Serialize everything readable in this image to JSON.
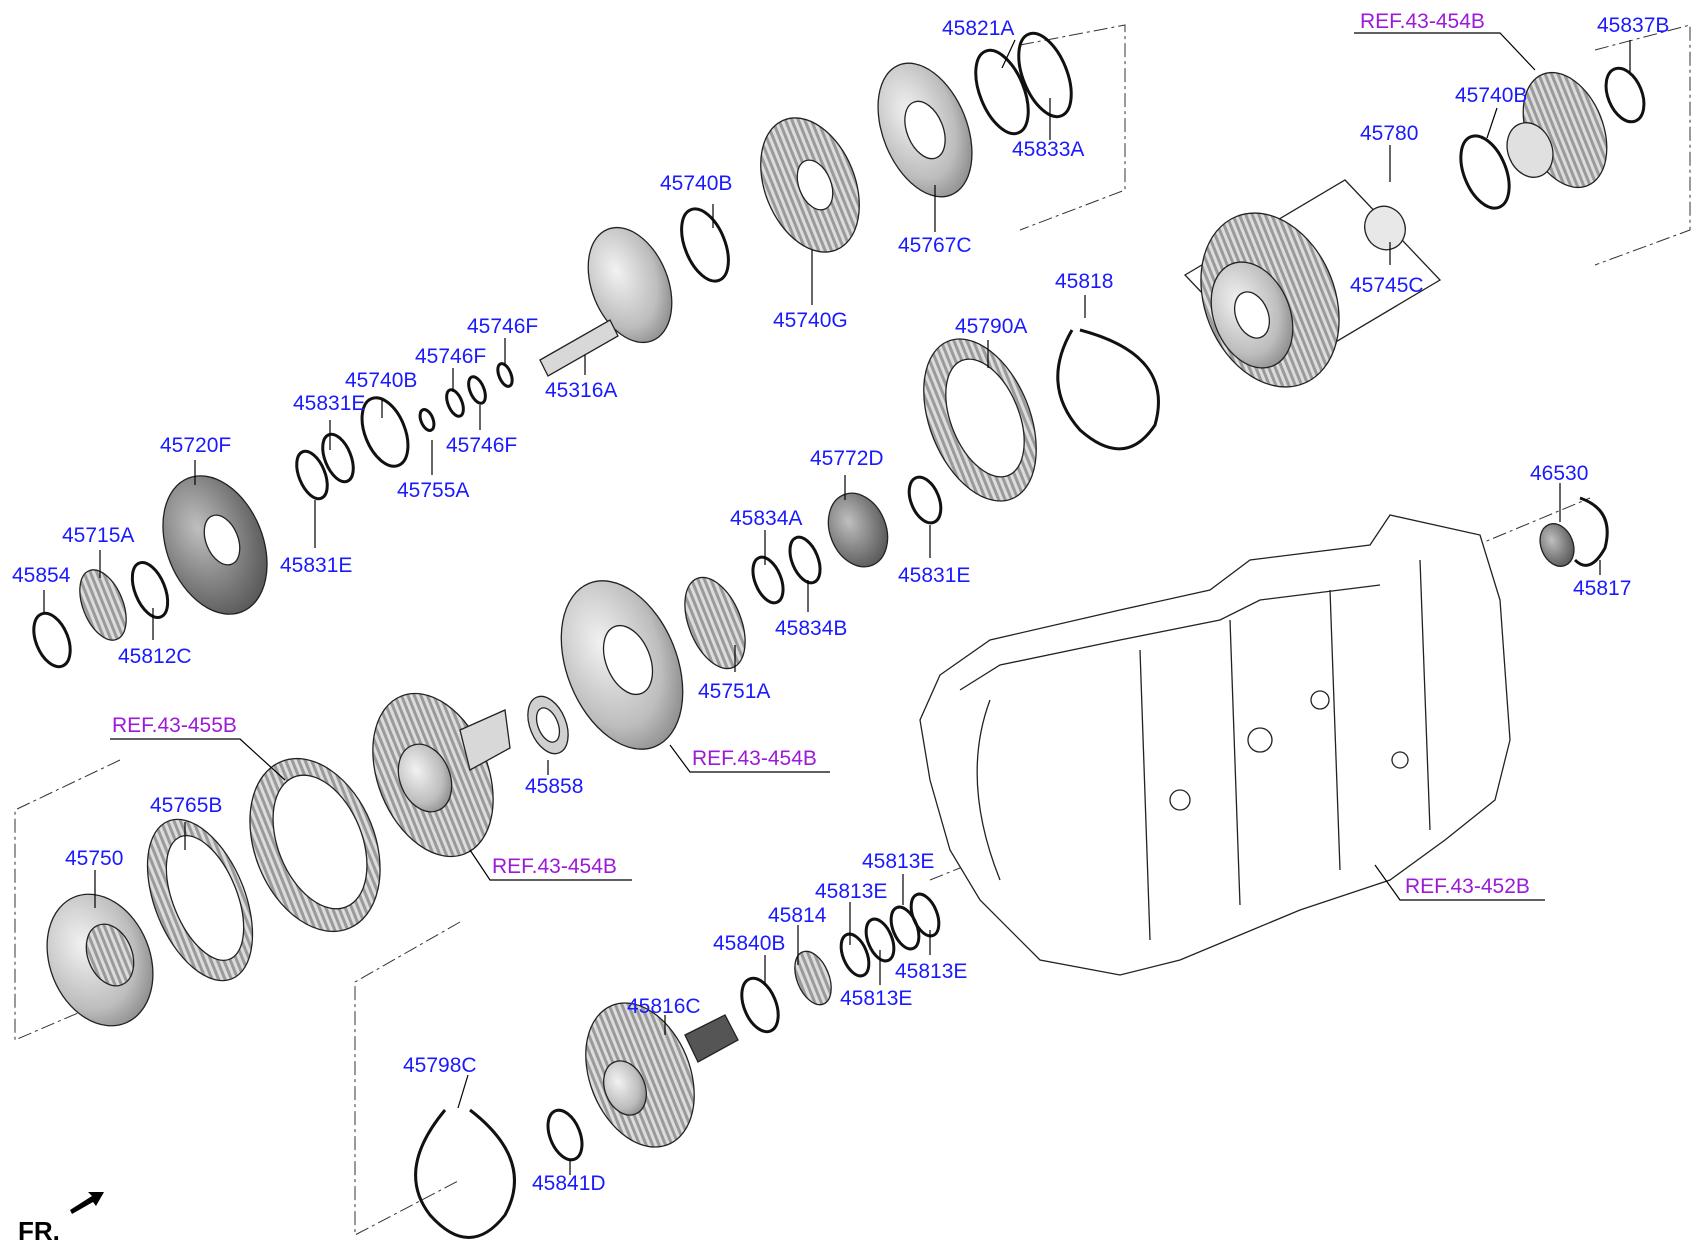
{
  "parts": [
    {
      "key": "p45821A",
      "label": "45821A"
    },
    {
      "key": "p45833A",
      "label": "45833A"
    },
    {
      "key": "p45767C",
      "label": "45767C"
    },
    {
      "key": "p45740B_1",
      "label": "45740B"
    },
    {
      "key": "p45740G",
      "label": "45740G"
    },
    {
      "key": "p45316A",
      "label": "45316A"
    },
    {
      "key": "p45746F_1",
      "label": "45746F"
    },
    {
      "key": "p45746F_2",
      "label": "45746F"
    },
    {
      "key": "p45746F_3",
      "label": "45746F"
    },
    {
      "key": "p45740B_2",
      "label": "45740B"
    },
    {
      "key": "p45831E_1",
      "label": "45831E"
    },
    {
      "key": "p45755A",
      "label": "45755A"
    },
    {
      "key": "p45720F",
      "label": "45720F"
    },
    {
      "key": "p45831E_2",
      "label": "45831E"
    },
    {
      "key": "p45715A",
      "label": "45715A"
    },
    {
      "key": "p45854",
      "label": "45854"
    },
    {
      "key": "p45812C",
      "label": "45812C"
    },
    {
      "key": "p45837B",
      "label": "45837B"
    },
    {
      "key": "p45740B_3",
      "label": "45740B"
    },
    {
      "key": "p45780",
      "label": "45780"
    },
    {
      "key": "p45745C",
      "label": "45745C"
    },
    {
      "key": "p45818",
      "label": "45818"
    },
    {
      "key": "p45790A",
      "label": "45790A"
    },
    {
      "key": "p45772D",
      "label": "45772D"
    },
    {
      "key": "p45834A",
      "label": "45834A"
    },
    {
      "key": "p45834B",
      "label": "45834B"
    },
    {
      "key": "p45831E_3",
      "label": "45831E"
    },
    {
      "key": "p45751A",
      "label": "45751A"
    },
    {
      "key": "p46530",
      "label": "46530"
    },
    {
      "key": "p45817",
      "label": "45817"
    },
    {
      "key": "p45858",
      "label": "45858"
    },
    {
      "key": "p45765B",
      "label": "45765B"
    },
    {
      "key": "p45750",
      "label": "45750"
    },
    {
      "key": "p45813E_1",
      "label": "45813E"
    },
    {
      "key": "p45813E_2",
      "label": "45813E"
    },
    {
      "key": "p45813E_3",
      "label": "45813E"
    },
    {
      "key": "p45813E_4",
      "label": "45813E"
    },
    {
      "key": "p45814",
      "label": "45814"
    },
    {
      "key": "p45840B",
      "label": "45840B"
    },
    {
      "key": "p45816C",
      "label": "45816C"
    },
    {
      "key": "p45798C",
      "label": "45798C"
    },
    {
      "key": "p45841D",
      "label": "45841D"
    }
  ],
  "refs": [
    {
      "key": "ref454b_top",
      "label": "REF.43-454B"
    },
    {
      "key": "ref454b_mid",
      "label": "REF.43-454B"
    },
    {
      "key": "ref454b_low",
      "label": "REF.43-454B"
    },
    {
      "key": "ref455b",
      "label": "REF.43-455B"
    },
    {
      "key": "ref452b",
      "label": "REF.43-452B"
    }
  ],
  "direction_label": "FR.",
  "colors": {
    "part_label": "#1a1aff",
    "ref_label": "#9b1bd6"
  }
}
